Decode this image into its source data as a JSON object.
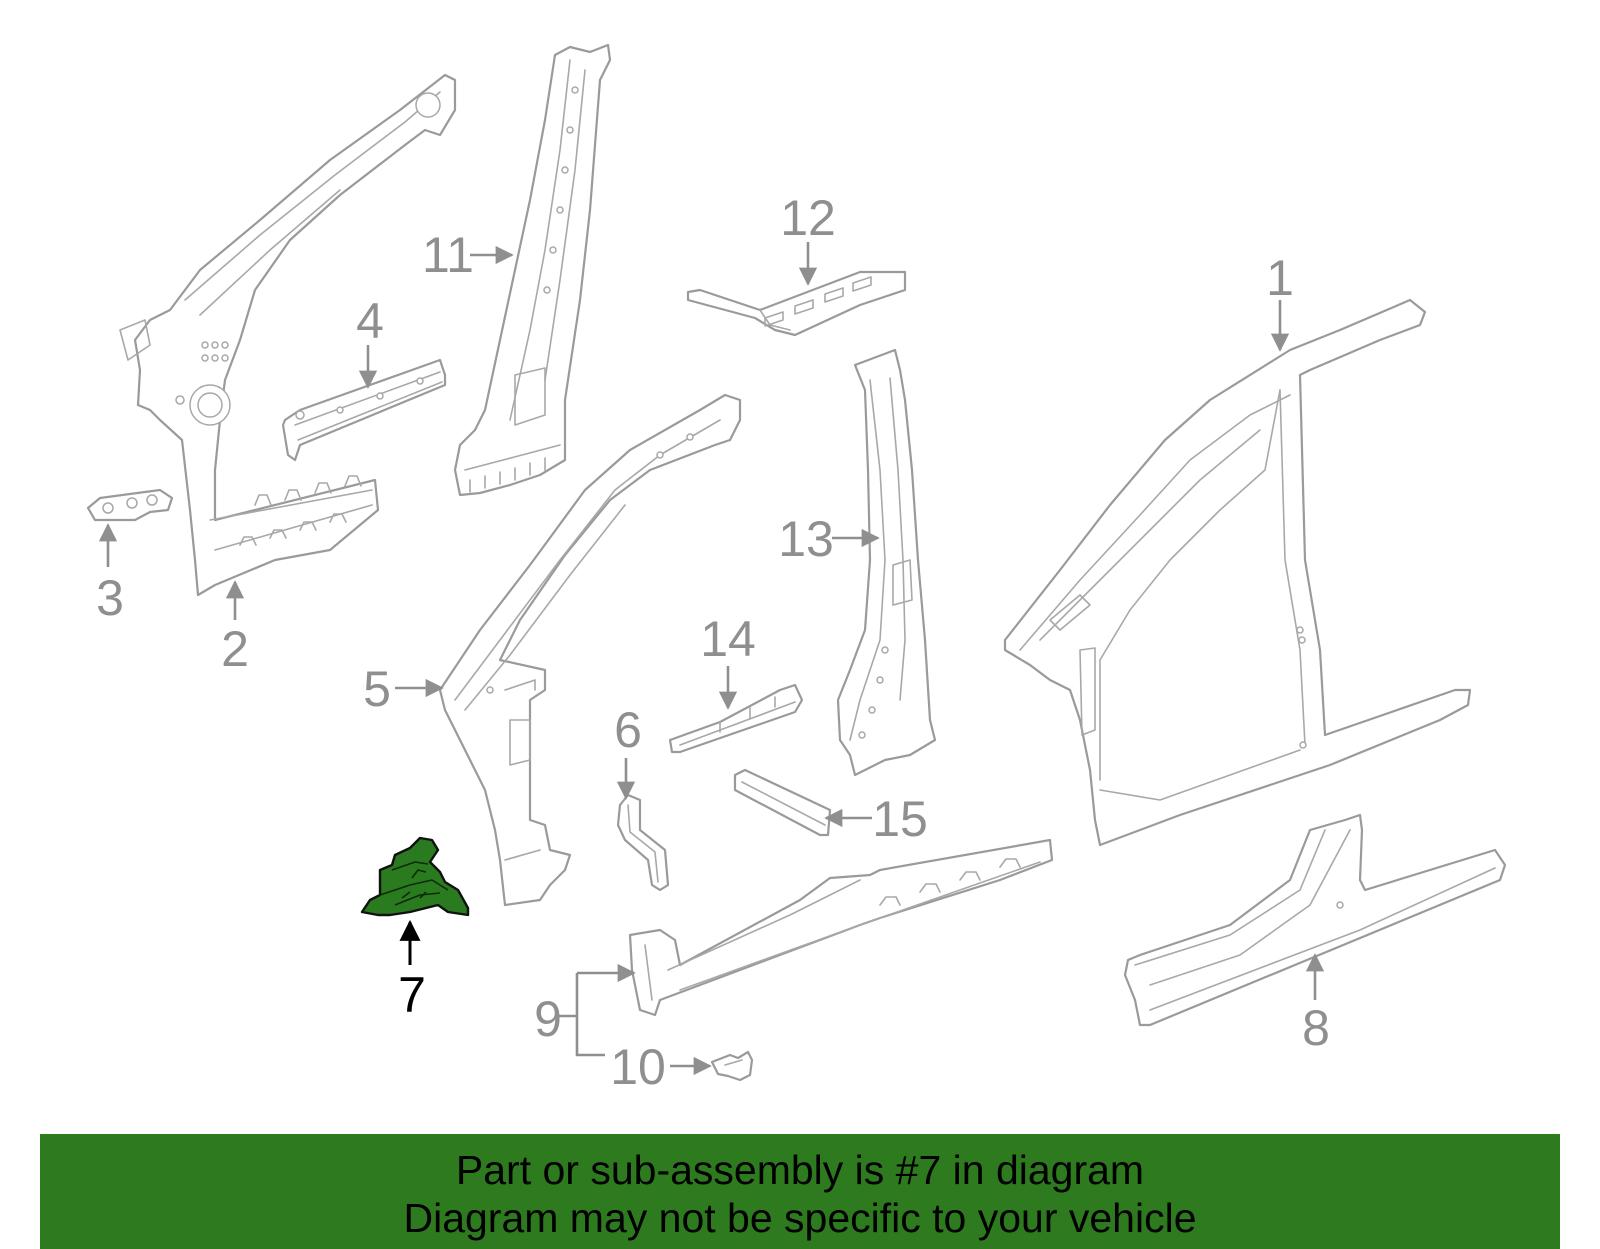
{
  "diagram": {
    "callouts": [
      "1",
      "2",
      "3",
      "4",
      "5",
      "6",
      "7",
      "8",
      "9",
      "10",
      "11",
      "12",
      "13",
      "14",
      "15"
    ],
    "highlighted_callout": "7",
    "highlight_color": "#2a7a1f",
    "line_color": "#9a9a9a"
  },
  "banner": {
    "line1": "Part or sub-assembly is #7 in diagram",
    "line2": "Diagram may not be specific to your vehicle",
    "background": "#2d7a1f"
  }
}
